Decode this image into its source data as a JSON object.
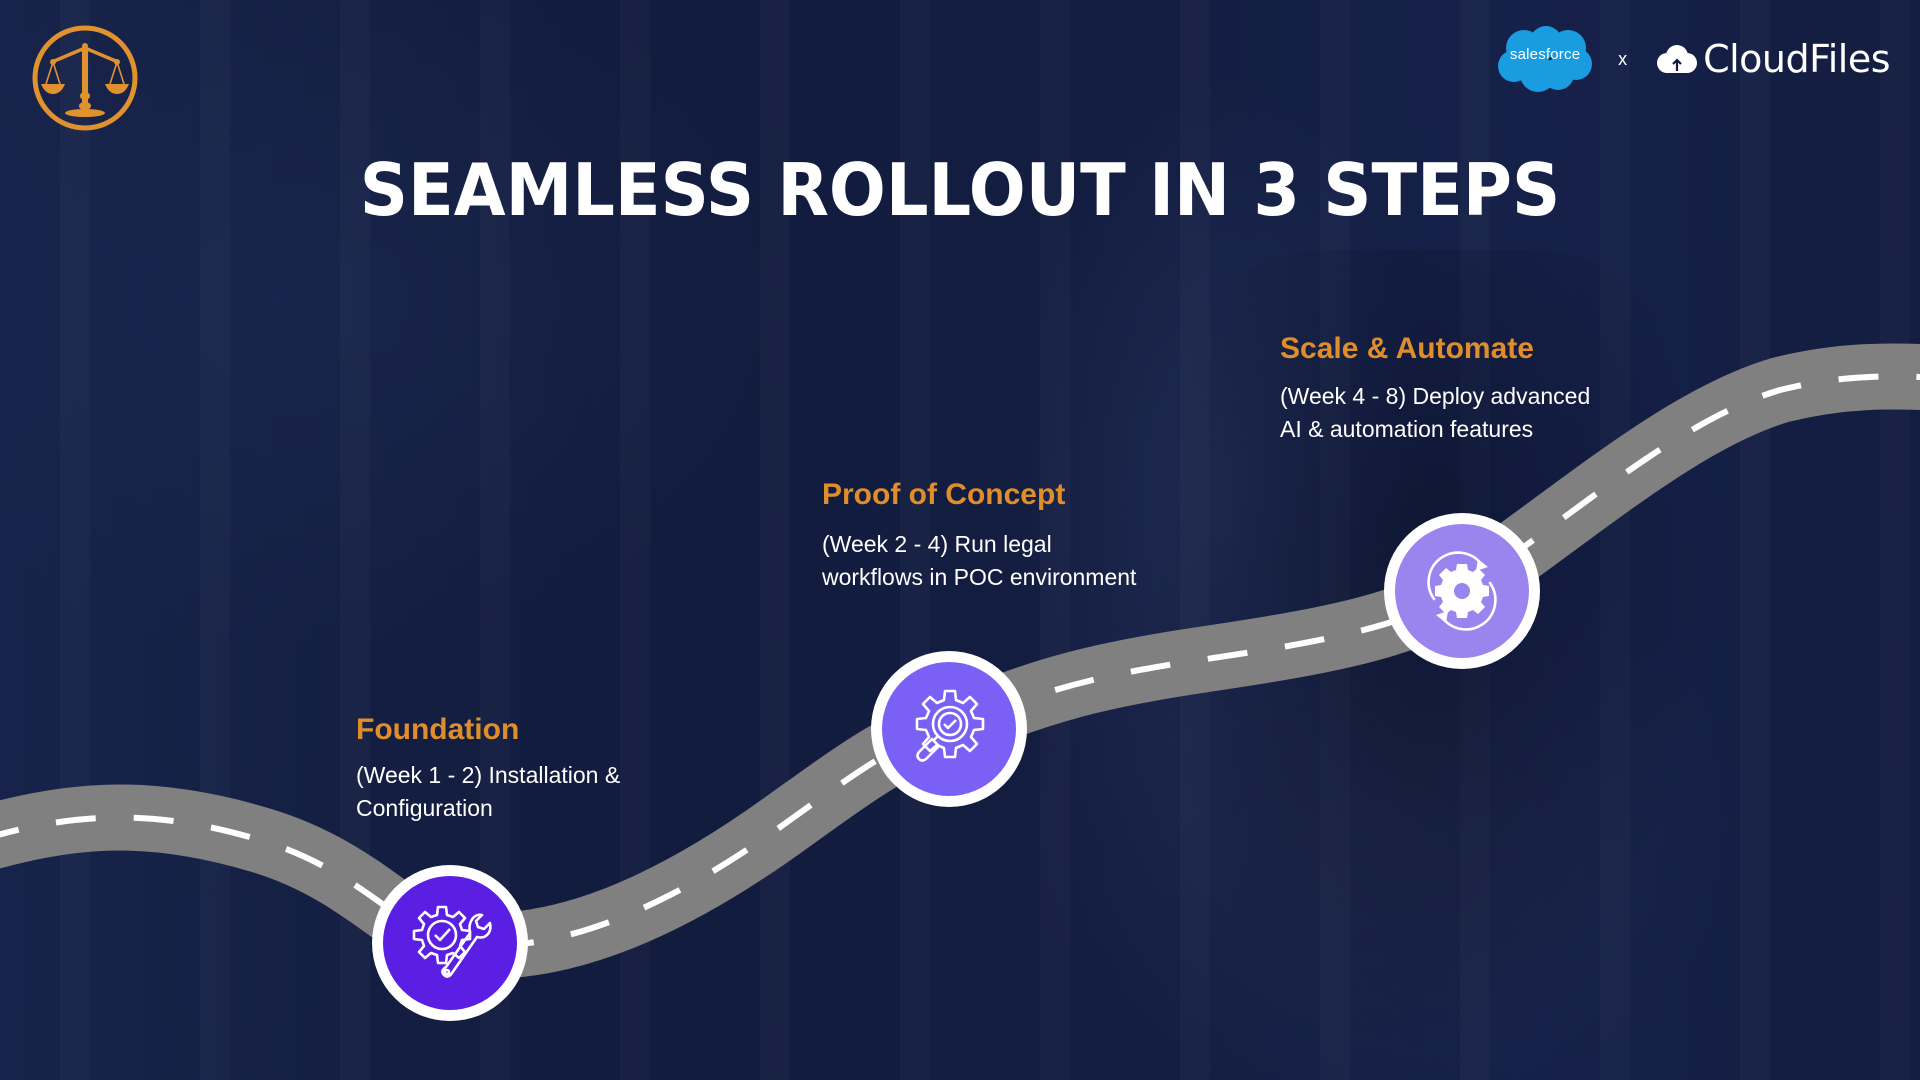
{
  "slide": {
    "title": "SEAMLESS ROLLOUT IN 3 STEPS",
    "logo": {
      "icon": "scales-of-justice-icon",
      "color": "#e0922f"
    },
    "partners": {
      "salesforce_label": "salesforce",
      "separator": "x",
      "cloudfiles_label": "CloudFiles"
    },
    "colors": {
      "background": "#121c3c",
      "accent": "#e08e2c",
      "road": "#808080",
      "road_dash": "#ffffff",
      "step1_fill": "#5a1fe3",
      "step2_fill": "#7a60f5",
      "step3_fill": "#9a84ee"
    },
    "steps": [
      {
        "title": "Foundation",
        "description": "(Week 1 - 2) Installation &\nConfiguration",
        "icon": "gear-check-wrench-icon"
      },
      {
        "title": "Proof of Concept",
        "description": "(Week 2 - 4) Run legal\nworkflows in POC environment",
        "icon": "gear-magnifier-check-icon"
      },
      {
        "title": "Scale & Automate",
        "description": "(Week 4 - 8) Deploy advanced\nAI & automation features",
        "icon": "gear-refresh-icon"
      }
    ]
  }
}
